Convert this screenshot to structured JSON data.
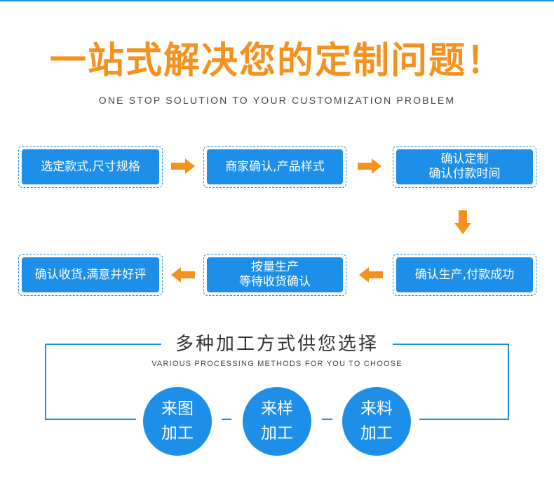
{
  "header": {
    "title": "一站式解决您的定制问题！",
    "subtitle": "ONE STOP SOLUTION TO YOUR CUSTOMIZATION PROBLEM"
  },
  "process": {
    "steps": [
      "选定款式,尺寸规格",
      "商家确认,产品样式",
      "确认定制\n确认付款时间",
      "确认生产,付款成功",
      "按量生产\n等待收货确认",
      "确认收货,满意并好评"
    ]
  },
  "methods": {
    "heading": "多种加工方式供您选择",
    "subheading": "VARIOUS PROCESSING METHODS FOR YOU TO CHOOSE",
    "items": [
      "来图\n加工",
      "来样\n加工",
      "来料\n加工"
    ]
  },
  "colors": {
    "accent_blue": "#1e8fe8",
    "accent_orange": "#f5921e"
  },
  "icons": [
    "arrow-right-icon",
    "arrow-down-icon",
    "arrow-left-icon"
  ]
}
